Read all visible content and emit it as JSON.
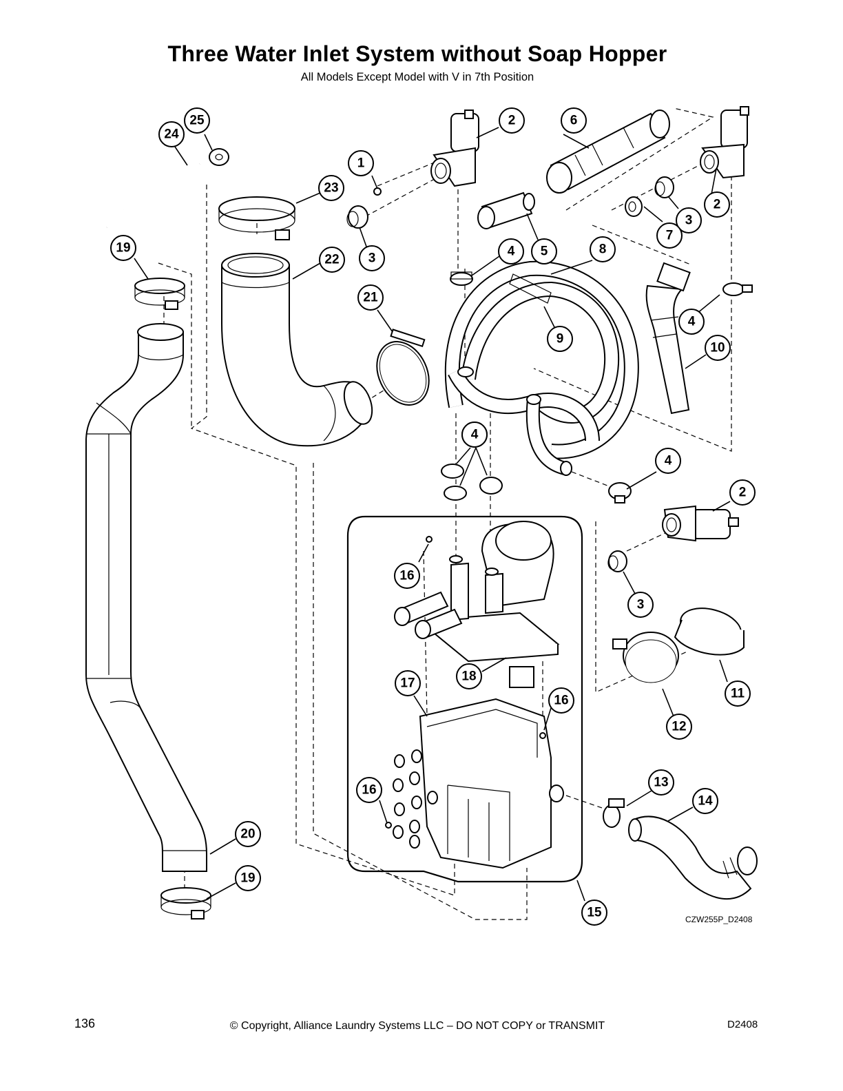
{
  "header": {
    "title": "Three Water Inlet System without Soap Hopper",
    "subtitle": "All Models Except Model with V in 7th Position"
  },
  "diagram": {
    "drawing_id": "CZW255P_D2408",
    "callouts": [
      "1",
      "2",
      "2",
      "2",
      "3",
      "3",
      "3",
      "4",
      "4",
      "4",
      "4",
      "4",
      "5",
      "6",
      "7",
      "8",
      "9",
      "10",
      "11",
      "12",
      "13",
      "14",
      "15",
      "16",
      "16",
      "16",
      "17",
      "18",
      "19",
      "19",
      "20",
      "21",
      "22",
      "23",
      "24",
      "25"
    ]
  },
  "footer": {
    "page_number": "136",
    "copyright": "© Copyright, Alliance Laundry Systems LLC – DO NOT COPY or TRANSMIT",
    "doc_code": "D2408"
  }
}
